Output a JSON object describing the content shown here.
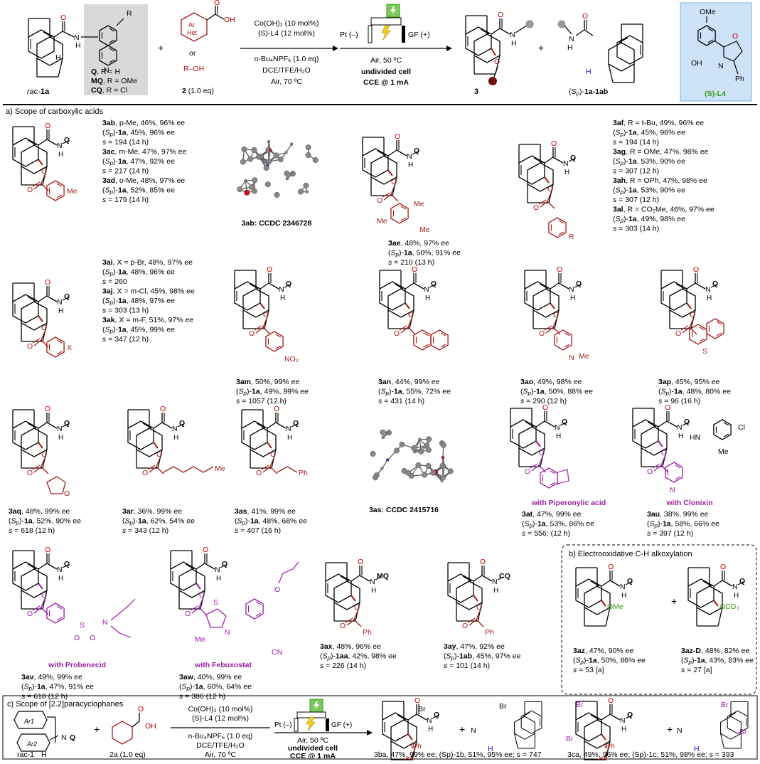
{
  "header": {
    "substrate": {
      "label_prefix": "rac-",
      "label_bold": "1a",
      "aux_lines": [
        {
          "bold": "Q",
          "rest": ", R = H"
        },
        {
          "bold": "MQ",
          "rest": ", R = OMe"
        },
        {
          "bold": "CQ",
          "rest": ", R = Cl"
        }
      ],
      "R": "R",
      "NH": "N",
      "H": "H"
    },
    "plus": "+",
    "reagent": {
      "ring_label_1": "Ar",
      "ring_label_2": "Het",
      "OH": "OH",
      "or": "or",
      "alt": "R–OH",
      "label_bold": "2",
      "label_rest": " (1.0 eq)"
    },
    "conditions_top": [
      "Co(OH)₂ (10 mol%)",
      "(S)-L4 (12 mol%)"
    ],
    "conditions_bottom": [
      "n-Bu₄NPF₆ (1.0 eq)",
      "DCE/TFE/H₂O",
      "Air, 70 ºC"
    ],
    "cell": {
      "anode": "GF (+)",
      "cathode": "Pt (–)",
      "line1": "Air, 50 ºC",
      "line2": "undivided cell",
      "line3": "CCE @ 1 mA"
    },
    "product": {
      "label": "3",
      "O": "O",
      "N": "N",
      "H": "H"
    },
    "recovered": {
      "label_prefix": "(Sp)-",
      "label_bold": "1a-1ab",
      "N": "N",
      "H": "H"
    },
    "ligand": {
      "OMe": "OMe",
      "OH": "OH",
      "N": "N",
      "O": "O",
      "Ph": "Ph",
      "label": "(S)-L4"
    }
  },
  "sections": {
    "a": "a) Scope of carboxylic acids",
    "b": "b) Electrooxidative C-H alkoxylation",
    "c": "c) Scope of [2.2]paracyclophanes"
  },
  "row1": [
    {
      "id": "3ab",
      "lines": [
        "3ab, p-Me, 46%, 96% ee",
        "(Sp)-1a, 45%, 96% ee",
        "s = 194 (14 h)",
        "3ac, m-Me,  47%, 97% ee",
        "(Sp)-1a, 47%, 92% ee",
        "s = 217 (14 h)",
        "3ad, o-Me, 48%, 97% ee",
        "(Sp)-1a, 52%, 85% ee",
        "s = 179 (14 h)"
      ],
      "sub": "Me"
    },
    {
      "id": "xray1",
      "caption": "3ab: CCDC 2346728"
    },
    {
      "id": "3ae",
      "lines": [
        "3ae, 48%, 97% ee",
        "(Sp)-1a, 50%, 91% ee",
        "s = 210 (13 h)"
      ],
      "subs": [
        "Me",
        "Me",
        "Me"
      ]
    },
    {
      "id": "3af",
      "lines": [
        "3af, R = t-Bu, 49%, 96% ee",
        "(Sp)-1a, 45%, 96% ee",
        "s = 194 (14 h)",
        "3ag, R = OMe, 47%, 98% ee",
        "(Sp)-1a, 53%, 90% ee",
        "s = 307 (12 h)",
        "3ah, R = OPh, 47%, 98% ee",
        "(Sp)-1a, 53%, 90% ee",
        "s = 307 (12 h)",
        "3al, R = CO₂Me, 46%, 97% ee",
        "(Sp)-1a, 49%, 98% ee",
        "s = 303 (14 h)"
      ],
      "sub": "R"
    }
  ],
  "row2": [
    {
      "id": "3ai",
      "lines": [
        "3ai, X = p-Br, 48%, 97% ee",
        "(Sp)-1a, 48%, 96% ee",
        "s = 260",
        "3aj, X = m-Cl,  45%, 98% ee",
        "(Sp)-1a, 48%, 97% ee",
        "s = 303 (13 h)",
        "3ak, X = m-F, 51%, 97% ee",
        "(Sp)-1a, 45%, 99% ee",
        "s = 347 (12 h)"
      ],
      "sub": "X"
    },
    {
      "id": "3am",
      "lines": [
        "3am, 50%, 99% ee",
        "(Sp)-1a, 49%, 99% ee",
        "s = 1057 (12 h)"
      ],
      "sub": "NO₂"
    },
    {
      "id": "3an",
      "lines": [
        "3an, 44%, 99% ee",
        "(Sp)-1a, 55%, 72% ee",
        "s = 431 (14 h)"
      ]
    },
    {
      "id": "3ao",
      "lines": [
        "3ao, 49%, 98% ee",
        "(Sp)-1a, 50%, 88% ee",
        "s = 290 (12 h)"
      ],
      "subs": [
        "N",
        "Me"
      ]
    },
    {
      "id": "3ap",
      "lines": [
        "3ap, 45%, 95% ee",
        "(Sp)-1a, 48%, 80% ee",
        "s = 96 (16 h)"
      ],
      "sub": "S"
    }
  ],
  "row3": [
    {
      "id": "3aq",
      "lines": [
        "3aq, 48%, 99% ee",
        "(Sp)-1a, 52%, 90% ee",
        "s = 618 (12 h)"
      ],
      "sub": "O"
    },
    {
      "id": "3ar",
      "lines": [
        "3ar, 36%, 99% ee",
        "(Sp)-1a, 62%, 54% ee",
        "s = 343 (12 h)"
      ],
      "sub": "Me"
    },
    {
      "id": "3as",
      "lines": [
        "3as, 41%, 99% ee",
        "(Sp)-1a, 48%, 68% ee",
        "s = 407 (16 h)"
      ],
      "sub": "Ph"
    },
    {
      "id": "xray2",
      "caption": "3as: CCDC 2415716"
    },
    {
      "id": "3at",
      "drug": "with Piperonylic acid",
      "lines": [
        "3at, 47%, 99% ee",
        "(Sp)-1a, 53%, 86% ee",
        "s = 556; (12 h)"
      ],
      "subs": [
        "O",
        "O"
      ]
    },
    {
      "id": "3au",
      "drug": "with Clonixin",
      "lines": [
        "3au, 38%, 99% ee",
        "(Sp)-1a, 58%, 66% ee",
        "s = 397 (12 h)"
      ],
      "subs": [
        "HN",
        "Cl",
        "Me",
        "N"
      ]
    }
  ],
  "row4": [
    {
      "id": "3av",
      "drug": "with Probenecid",
      "lines": [
        "3av, 49%, 99% ee",
        "(Sp)-1a, 47%, 91% ee",
        "s = 618 (12 h)"
      ],
      "subs": [
        "S",
        "N",
        "O",
        "O"
      ]
    },
    {
      "id": "3aw",
      "drug": "with Febuxostat",
      "lines": [
        "3aw, 40%, 99% ee",
        "(Sp)-1a, 60%, 64% ee",
        "s = 386 (12 h)"
      ],
      "subs": [
        "S",
        "N",
        "Me",
        "O",
        "CN"
      ]
    },
    {
      "id": "3ax",
      "amide": "MQ",
      "lines": [
        "3ax, 48%, 96% ee",
        "(Sp)-1aa, 42%, 98% ee",
        "s = 226 (14 h)"
      ],
      "sub": "Ph"
    },
    {
      "id": "3ay",
      "amide": "CQ",
      "lines": [
        "3ay, 47%, 92% ee",
        "(Sp)-1ab, 45%, 97% ee",
        "s = 101 (14 h)"
      ],
      "sub": "Ph"
    },
    {
      "id": "3az",
      "lines": [
        "3az, 47%, 90% ee",
        "(Sp)-1a, 50%, 86% ee",
        "s = 53 [a]"
      ],
      "sub": "OMe"
    },
    {
      "id": "3az-D",
      "lines": [
        "3az-D, 48%, 82% ee",
        "(Sp)-1a, 43%, 83% ee",
        "s = 27 [a]"
      ],
      "sub": "OCD₃"
    }
  ],
  "row5": {
    "substrate": {
      "label": "rac-1",
      "Ar1": "Ar1",
      "Ar2": "Ar2",
      "N": "N",
      "Q": "Q",
      "H": "H"
    },
    "plus": "+",
    "acid": {
      "label": "2a (1.0 eq)",
      "OH": "OH"
    },
    "conditions_top": [
      "Co(OH)₂ (10 mol%)",
      "(S)-L4 (12 mol%)"
    ],
    "conditions_bottom": [
      "n-Bu₄NPF₆ (1.0 eq)",
      "DCE/TFE/H₂O",
      "Air, 70 ºC"
    ],
    "cell": {
      "line1": "Air, 50 ºC",
      "line2": "undivided cell",
      "line3": "CCE @ 1 mA",
      "anode": "GF (+)",
      "cathode": "Pt (–)"
    },
    "products": [
      {
        "label": "3ba, 47%, 99% ee; (Sp)-1b, 51%, 95% ee; s = 747",
        "subs": [
          "Br",
          "Br",
          "Ph"
        ]
      },
      {
        "label": "3ca, 49%, 96% ee; (Sp)-1c, 51%, 98% ee; s = 393",
        "subs": [
          "Br",
          "Br",
          "Br",
          "Br",
          "Ph"
        ]
      }
    ]
  },
  "common": {
    "N": "N",
    "Q": "Q",
    "O": "O",
    "H": "H"
  },
  "colors": {
    "ester": "#a21d1d",
    "drug": "#9a1fa3",
    "green": "#3a9a10",
    "blue_h": "#1515d8",
    "gray_box": "#d9d9d9",
    "ligand_box": "#cfe3f8",
    "ligand_border": "#7fb0e0"
  }
}
